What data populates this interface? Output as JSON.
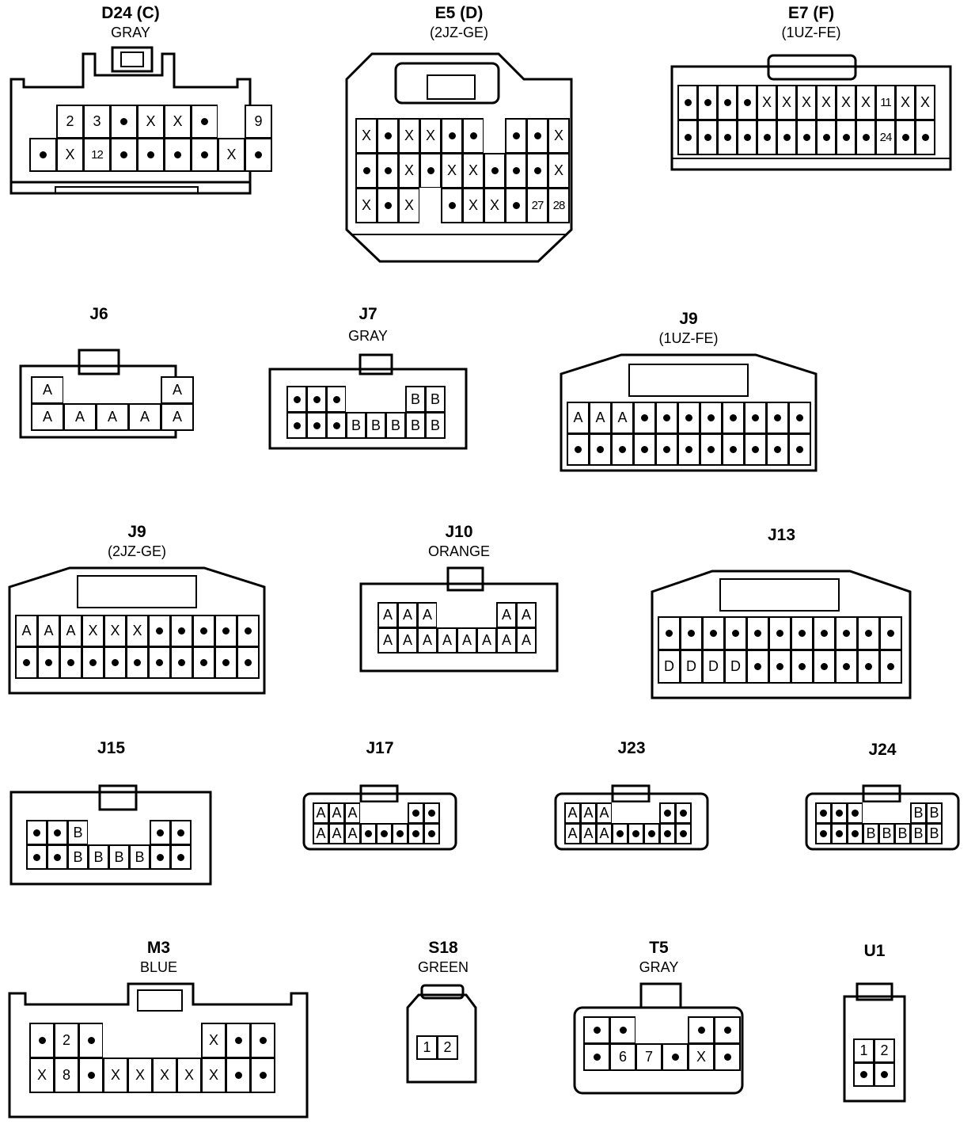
{
  "connectors": [
    {
      "id": "D24",
      "title": "D24 (C)",
      "subtitle": "GRAY",
      "rows": [
        [
          "",
          "2",
          "3",
          "•",
          "X",
          "X",
          "•",
          "",
          "9"
        ],
        [
          "•",
          "X",
          "12",
          "•",
          "•",
          "•",
          "•",
          "X",
          "•"
        ]
      ]
    },
    {
      "id": "E5",
      "title": "E5 (D)",
      "subtitle": "(2JZ-GE)",
      "rows": [
        [
          "X",
          "•",
          "X",
          "X",
          "•",
          "•",
          "",
          "•",
          "•",
          "X"
        ],
        [
          "•",
          "•",
          "X",
          "•",
          "X",
          "X",
          "•",
          "•",
          "•",
          "X"
        ],
        [
          "X",
          "•",
          "X",
          "",
          "•",
          "X",
          "X",
          "•",
          "27",
          "28"
        ]
      ]
    },
    {
      "id": "E7",
      "title": "E7 (F)",
      "subtitle": "(1UZ-FE)",
      "rows": [
        [
          "•",
          "•",
          "•",
          "•",
          "X",
          "X",
          "X",
          "X",
          "X",
          "X",
          "11",
          "X",
          "X"
        ],
        [
          "•",
          "•",
          "•",
          "•",
          "•",
          "•",
          "•",
          "•",
          "•",
          "•",
          "24",
          "•",
          "•"
        ]
      ]
    },
    {
      "id": "J6",
      "title": "J6",
      "subtitle": "",
      "rows": [
        [
          "A",
          "",
          "",
          "",
          "A"
        ],
        [
          "A",
          "A",
          "A",
          "A",
          "A"
        ]
      ]
    },
    {
      "id": "J7",
      "title": "J7",
      "subtitle": "GRAY",
      "rows": [
        [
          "•",
          "•",
          "•",
          "",
          "",
          "",
          "B",
          "B"
        ],
        [
          "•",
          "•",
          "•",
          "B",
          "B",
          "B",
          "B",
          "B"
        ]
      ]
    },
    {
      "id": "J9a",
      "title": "J9",
      "subtitle": "(1UZ-FE)",
      "rows": [
        [
          "A",
          "A",
          "A",
          "•",
          "•",
          "•",
          "•",
          "•",
          "•",
          "•",
          "•"
        ],
        [
          "•",
          "•",
          "•",
          "•",
          "•",
          "•",
          "•",
          "•",
          "•",
          "•",
          "•"
        ]
      ]
    },
    {
      "id": "J9b",
      "title": "J9",
      "subtitle": "(2JZ-GE)",
      "rows": [
        [
          "A",
          "A",
          "A",
          "X",
          "X",
          "X",
          "•",
          "•",
          "•",
          "•",
          "•"
        ],
        [
          "•",
          "•",
          "•",
          "•",
          "•",
          "•",
          "•",
          "•",
          "•",
          "•",
          "•"
        ]
      ]
    },
    {
      "id": "J10",
      "title": "J10",
      "subtitle": "ORANGE",
      "rows": [
        [
          "A",
          "A",
          "A",
          "",
          "",
          "",
          "A",
          "A"
        ],
        [
          "A",
          "A",
          "A",
          "A",
          "A",
          "A",
          "A",
          "A"
        ]
      ]
    },
    {
      "id": "J13",
      "title": "J13",
      "subtitle": "",
      "rows": [
        [
          "•",
          "•",
          "•",
          "•",
          "•",
          "•",
          "•",
          "•",
          "•",
          "•",
          "•"
        ],
        [
          "D",
          "D",
          "D",
          "D",
          "•",
          "•",
          "•",
          "•",
          "•",
          "•",
          "•"
        ]
      ]
    },
    {
      "id": "J15",
      "title": "J15",
      "subtitle": "",
      "rows": [
        [
          "•",
          "•",
          "B",
          "",
          "",
          "",
          "•",
          "•"
        ],
        [
          "•",
          "•",
          "B",
          "B",
          "B",
          "B",
          "•",
          "•"
        ]
      ]
    },
    {
      "id": "J17",
      "title": "J17",
      "subtitle": "",
      "rows": [
        [
          "A",
          "A",
          "A",
          "",
          "",
          "",
          "•",
          "•"
        ],
        [
          "A",
          "A",
          "A",
          "•",
          "•",
          "•",
          "•",
          "•"
        ]
      ]
    },
    {
      "id": "J23",
      "title": "J23",
      "subtitle": "",
      "rows": [
        [
          "A",
          "A",
          "A",
          "",
          "",
          "",
          "•",
          "•"
        ],
        [
          "A",
          "A",
          "A",
          "•",
          "•",
          "•",
          "•",
          "•"
        ]
      ]
    },
    {
      "id": "J24",
      "title": "J24",
      "subtitle": "",
      "rows": [
        [
          "•",
          "•",
          "•",
          "",
          "",
          "",
          "B",
          "B"
        ],
        [
          "•",
          "•",
          "•",
          "B",
          "B",
          "B",
          "B",
          "B"
        ]
      ]
    },
    {
      "id": "M3",
      "title": "M3",
      "subtitle": "BLUE",
      "rows": [
        [
          "•",
          "2",
          "•",
          "",
          "",
          "",
          "",
          "X",
          "•",
          "•"
        ],
        [
          "X",
          "8",
          "•",
          "X",
          "X",
          "X",
          "X",
          "X",
          "•",
          "•"
        ]
      ]
    },
    {
      "id": "S18",
      "title": "S18",
      "subtitle": "GREEN",
      "rows": [
        [
          "1",
          "2"
        ]
      ]
    },
    {
      "id": "T5",
      "title": "T5",
      "subtitle": "GRAY",
      "rows": [
        [
          "•",
          "•",
          "",
          "",
          "•",
          "•"
        ],
        [
          "•",
          "6",
          "7",
          "•",
          "X",
          "•"
        ]
      ]
    },
    {
      "id": "U1",
      "title": "U1",
      "subtitle": "",
      "rows": [
        [
          "1",
          "2"
        ],
        [
          "•",
          "•"
        ]
      ]
    }
  ]
}
